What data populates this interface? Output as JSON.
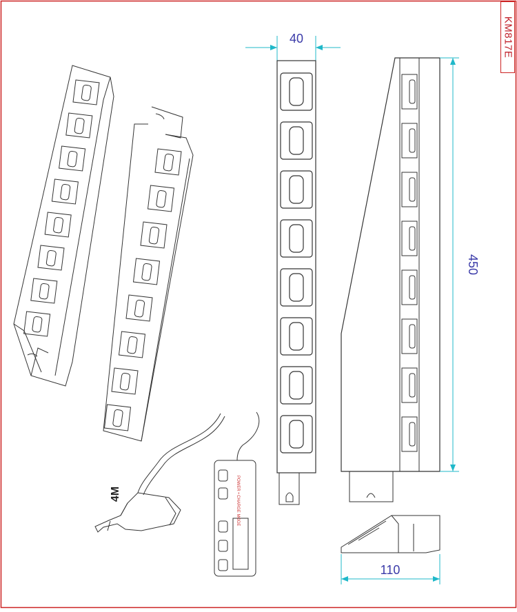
{
  "drawing": {
    "code": "KM817E",
    "dimensions": {
      "width": "40",
      "height": "450",
      "depth": "110"
    },
    "cable_label": "4M",
    "controller_label": "POWER • CHARGE MODE"
  },
  "colors": {
    "frame": "#cc2222",
    "line": "#333333",
    "dimension": "#1fb8c9",
    "dimension_text": "#3a3aa8",
    "controller_text": "#cc3333"
  },
  "slot_count": 8
}
